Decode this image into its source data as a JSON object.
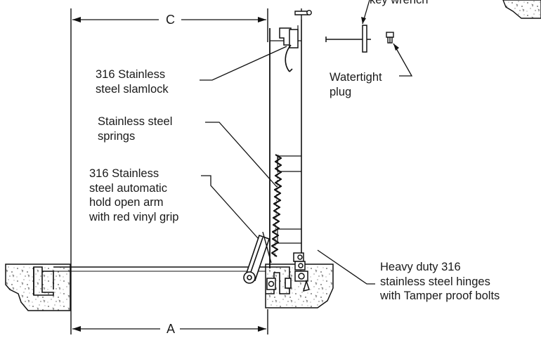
{
  "callouts": {
    "slamlock": [
      "316 Stainless",
      "steel slamlock"
    ],
    "springs": [
      "Stainless steel",
      "springs"
    ],
    "hold_open_arm": [
      "316 Stainless",
      "steel automatic",
      "hold open arm",
      "with red vinyl grip"
    ],
    "key_wrench": [
      "key wrench"
    ],
    "watertight_plug": [
      "Watertight",
      "plug"
    ],
    "hinges": [
      "Heavy duty 316",
      "stainless steel hinges",
      "with Tamper proof bolts"
    ]
  },
  "dimensions": {
    "top": "C",
    "bottom": "A"
  }
}
